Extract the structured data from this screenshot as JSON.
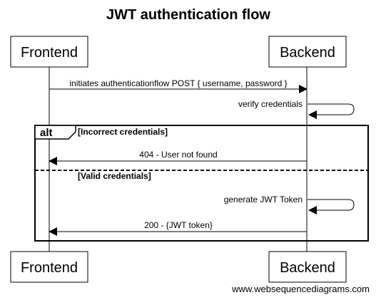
{
  "title": "JWT authentication flow",
  "participants": {
    "frontend": "Frontend",
    "backend": "Backend"
  },
  "messages": {
    "initiate": "initiates authenticationflow POST { username, password }",
    "verify": "verify credentials",
    "not_found": "404 - User not found",
    "generate": "generate JWT Token",
    "ok": "200 - {JWT token}"
  },
  "alt": {
    "keyword": "alt",
    "guard_incorrect": "[Incorrect credentials]",
    "guard_valid": "[Valid credentials]"
  },
  "watermark": "www.websequencediagrams.com"
}
